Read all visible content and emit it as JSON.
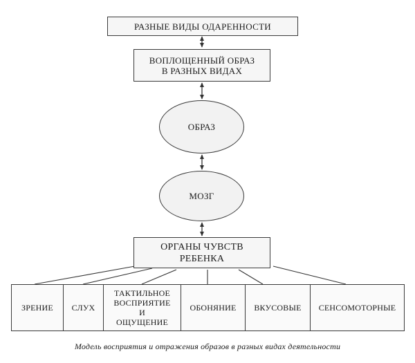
{
  "diagram": {
    "top_box": "РАЗНЫЕ ВИДЫ ОДАРЕННОСТИ",
    "image_box": [
      "ВОПЛОЩЕННЫЙ ОБРАЗ",
      "В РАЗНЫХ ВИДАХ"
    ],
    "image_node": "ОБРАЗ",
    "brain_node": "МОЗГ",
    "senses_box": [
      "ОРГАНЫ ЧУВСТВ",
      "РЕБЕНКА"
    ],
    "senses": [
      [
        "ЗРЕНИЕ"
      ],
      [
        "СЛУХ"
      ],
      [
        "ТАКТИЛЬНОЕ",
        "ВОСПРИЯТИЕ",
        "И",
        "ОЩУЩЕНИЕ"
      ],
      [
        "ОБОНЯНИЕ"
      ],
      [
        "ВКУСОВЫЕ"
      ],
      [
        "СЕНСОМОТОРНЫЕ"
      ]
    ]
  },
  "caption": "Модель восприятия и отражения образов в разных видах деятельности"
}
